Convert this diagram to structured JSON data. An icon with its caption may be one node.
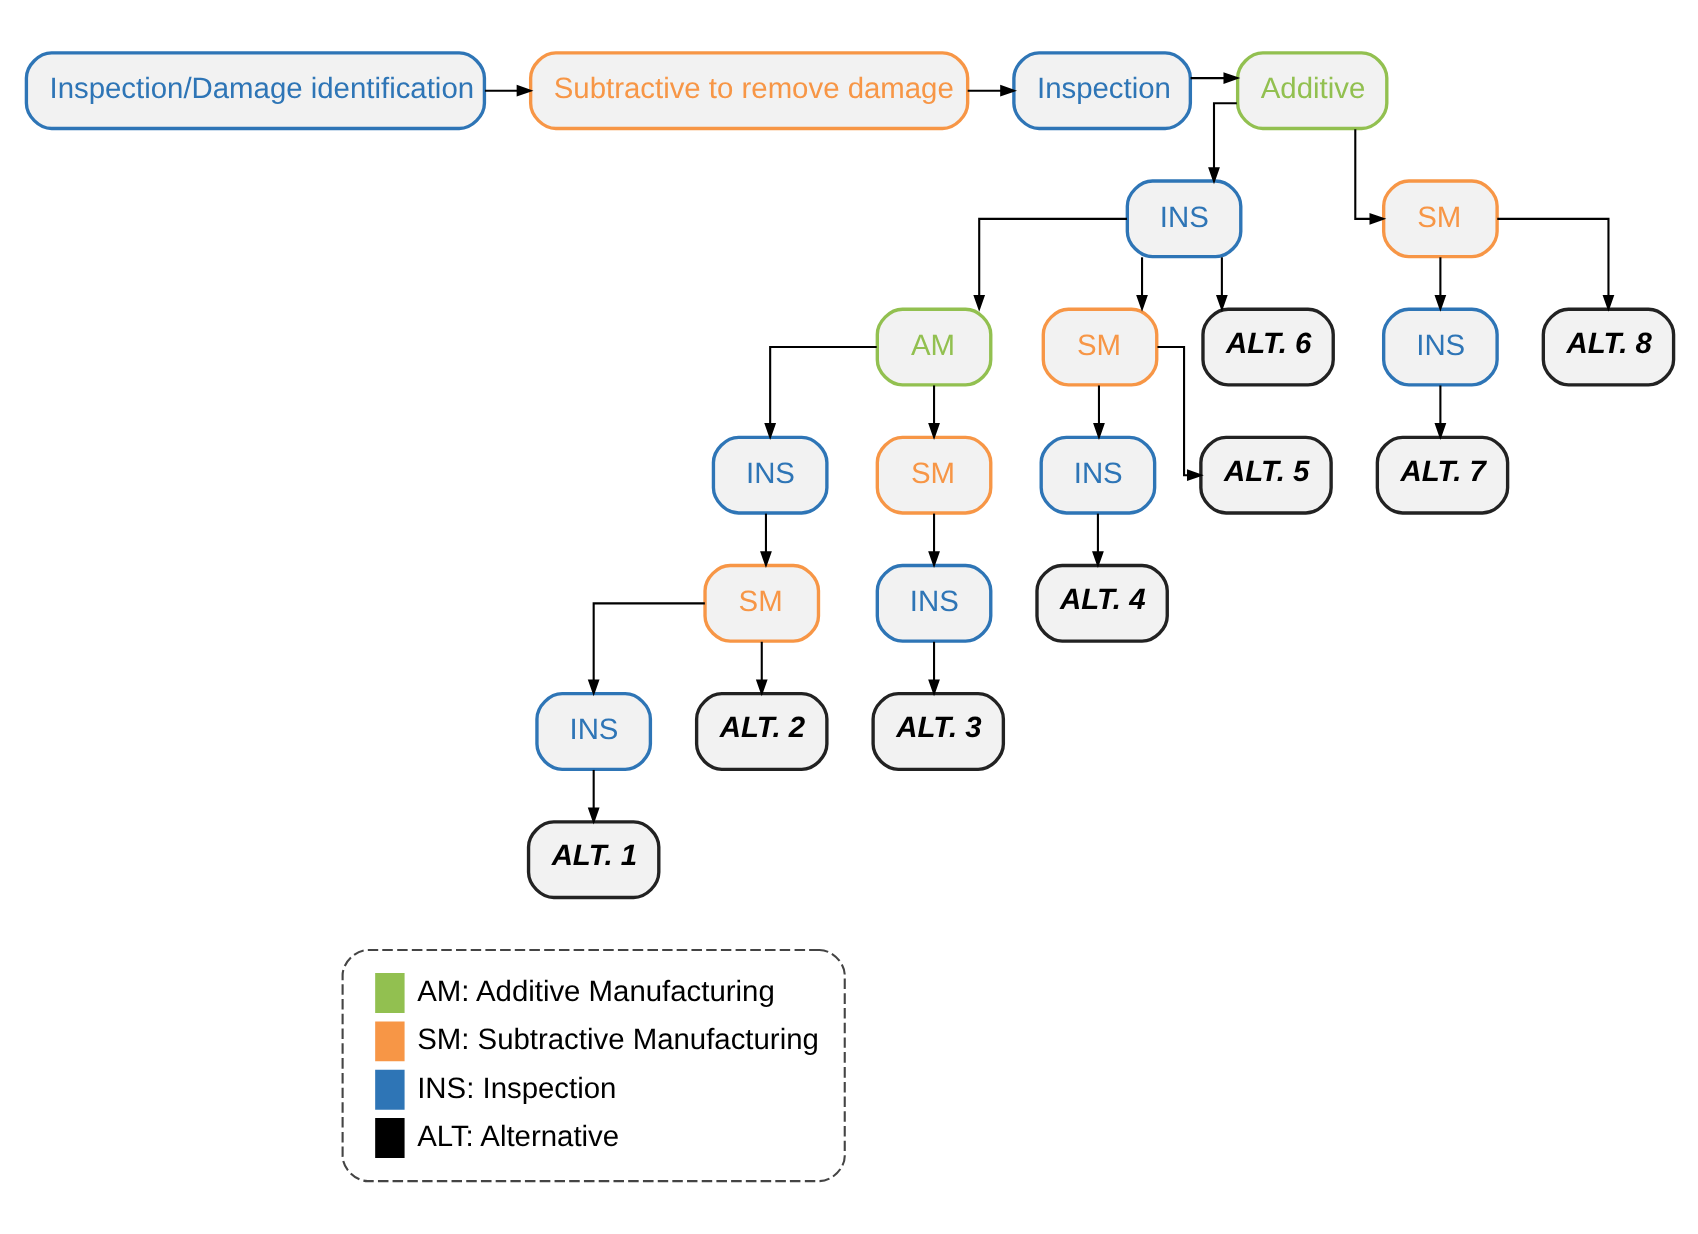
{
  "diagram": {
    "nodes": [
      {
        "text": [
          "Inspection/Damage identification"
        ]
      },
      {
        "text": [
          "Subtractive to remove damage"
        ]
      },
      {
        "text": [
          "Inspection"
        ]
      },
      {
        "text": [
          "Additive"
        ]
      },
      {
        "text": [
          "INS"
        ]
      },
      {
        "text": [
          "SM"
        ]
      },
      {
        "text": [
          "AM"
        ]
      },
      {
        "text": [
          "SM"
        ]
      },
      {
        "text": [
          "ALT. 6"
        ]
      },
      {
        "text": [
          "INS"
        ]
      },
      {
        "text": [
          "ALT. 8"
        ]
      },
      {
        "text": [
          "INS"
        ]
      },
      {
        "text": [
          "SM"
        ]
      },
      {
        "text": [
          "INS"
        ]
      },
      {
        "text": [
          "ALT. 5"
        ]
      },
      {
        "text": [
          "ALT. 7"
        ]
      },
      {
        "text": [
          "SM"
        ]
      },
      {
        "text": [
          "INS"
        ]
      },
      {
        "text": [
          "ALT. 4"
        ]
      },
      {
        "text": [
          "INS"
        ]
      },
      {
        "text": [
          "ALT. 2"
        ]
      },
      {
        "text": [
          "ALT. 3"
        ]
      },
      {
        "text": [
          "ALT. 1"
        ]
      }
    ],
    "edges": [
      {
        "from": 0,
        "to": 1,
        "arrow": "to"
      },
      {
        "from": 1,
        "to": 2,
        "arrow": "to"
      },
      {
        "from": 2,
        "to": 3,
        "arrow": "to"
      },
      {
        "from": 3,
        "to": 4,
        "arrow": "to"
      },
      {
        "from": 3,
        "to": 5,
        "arrow": "to"
      },
      {
        "from": 4,
        "to": 6,
        "arrow": "to"
      },
      {
        "from": 4,
        "to": 7,
        "arrow": "to"
      },
      {
        "from": 4,
        "to": 8,
        "arrow": "to"
      },
      {
        "from": 5,
        "to": 9,
        "arrow": "to"
      },
      {
        "from": 5,
        "to": 10,
        "arrow": "to"
      },
      {
        "from": 6,
        "to": 11,
        "arrow": "to"
      },
      {
        "from": 6,
        "to": 12,
        "arrow": "to"
      },
      {
        "from": 7,
        "to": 13,
        "arrow": "to"
      },
      {
        "from": 7,
        "to": 14,
        "arrow": "to"
      },
      {
        "from": 9,
        "to": 15,
        "arrow": "to"
      },
      {
        "from": 11,
        "to": 16,
        "arrow": "to"
      },
      {
        "from": 12,
        "to": 17,
        "arrow": "to"
      },
      {
        "from": 13,
        "to": 18,
        "arrow": "to"
      },
      {
        "from": 16,
        "to": 19,
        "arrow": "to"
      },
      {
        "from": 16,
        "to": 20,
        "arrow": "to"
      },
      {
        "from": 17,
        "to": 21,
        "arrow": "to"
      },
      {
        "from": 19,
        "to": 22,
        "arrow": "to"
      }
    ],
    "legend": [
      {
        "text": "AM: Additive Manufacturing",
        "color": "#92c050"
      },
      {
        "text": "SM: Subtractive Manufacturing",
        "color": "#f79646"
      },
      {
        "text": "INS: Inspection",
        "color": "#2e75b6"
      },
      {
        "text": "ALT: Alternative",
        "color": "#000000"
      }
    ]
  }
}
